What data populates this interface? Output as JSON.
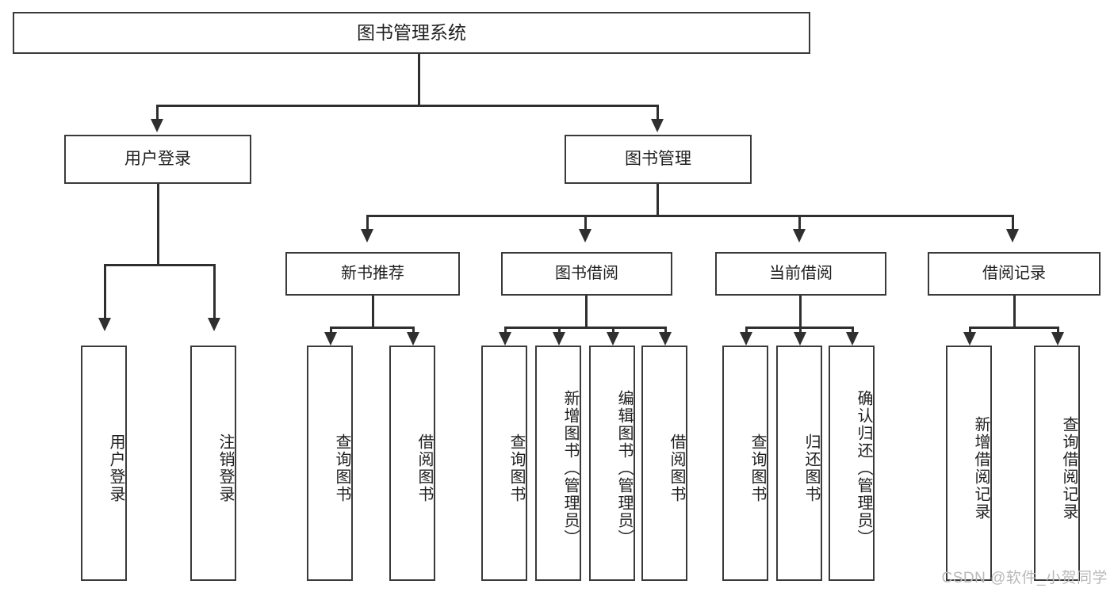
{
  "diagram": {
    "title": "图书管理系统",
    "root": {
      "label": "图书管理系统"
    },
    "level2": [
      {
        "label": "用户登录"
      },
      {
        "label": "图书管理"
      }
    ],
    "level3": [
      {
        "label": "新书推荐"
      },
      {
        "label": "图书借阅"
      },
      {
        "label": "当前借阅"
      },
      {
        "label": "借阅记录"
      }
    ],
    "leaves": {
      "user_login": [
        {
          "label": "用户登录"
        },
        {
          "label": "注销登录"
        }
      ],
      "new_book_recommend": [
        {
          "label": "查询图书"
        },
        {
          "label": "借阅图书"
        }
      ],
      "book_borrow": [
        {
          "label": "查询图书"
        },
        {
          "label": "新增图书（管理员）"
        },
        {
          "label": "编辑图书（管理员）"
        },
        {
          "label": "借阅图书"
        }
      ],
      "current_borrow": [
        {
          "label": "查询图书"
        },
        {
          "label": "归还图书"
        },
        {
          "label": "确认归还（管理员）"
        }
      ],
      "borrow_record": [
        {
          "label": "新增借阅记录"
        },
        {
          "label": "查询借阅记录"
        }
      ]
    },
    "watermark": "CSDN @软件_小贺同学",
    "colors": {
      "box_border": "#3a3a3a",
      "connector": "#2f2f2f",
      "background": "#ffffff",
      "watermark": "#b9b9b9"
    }
  }
}
